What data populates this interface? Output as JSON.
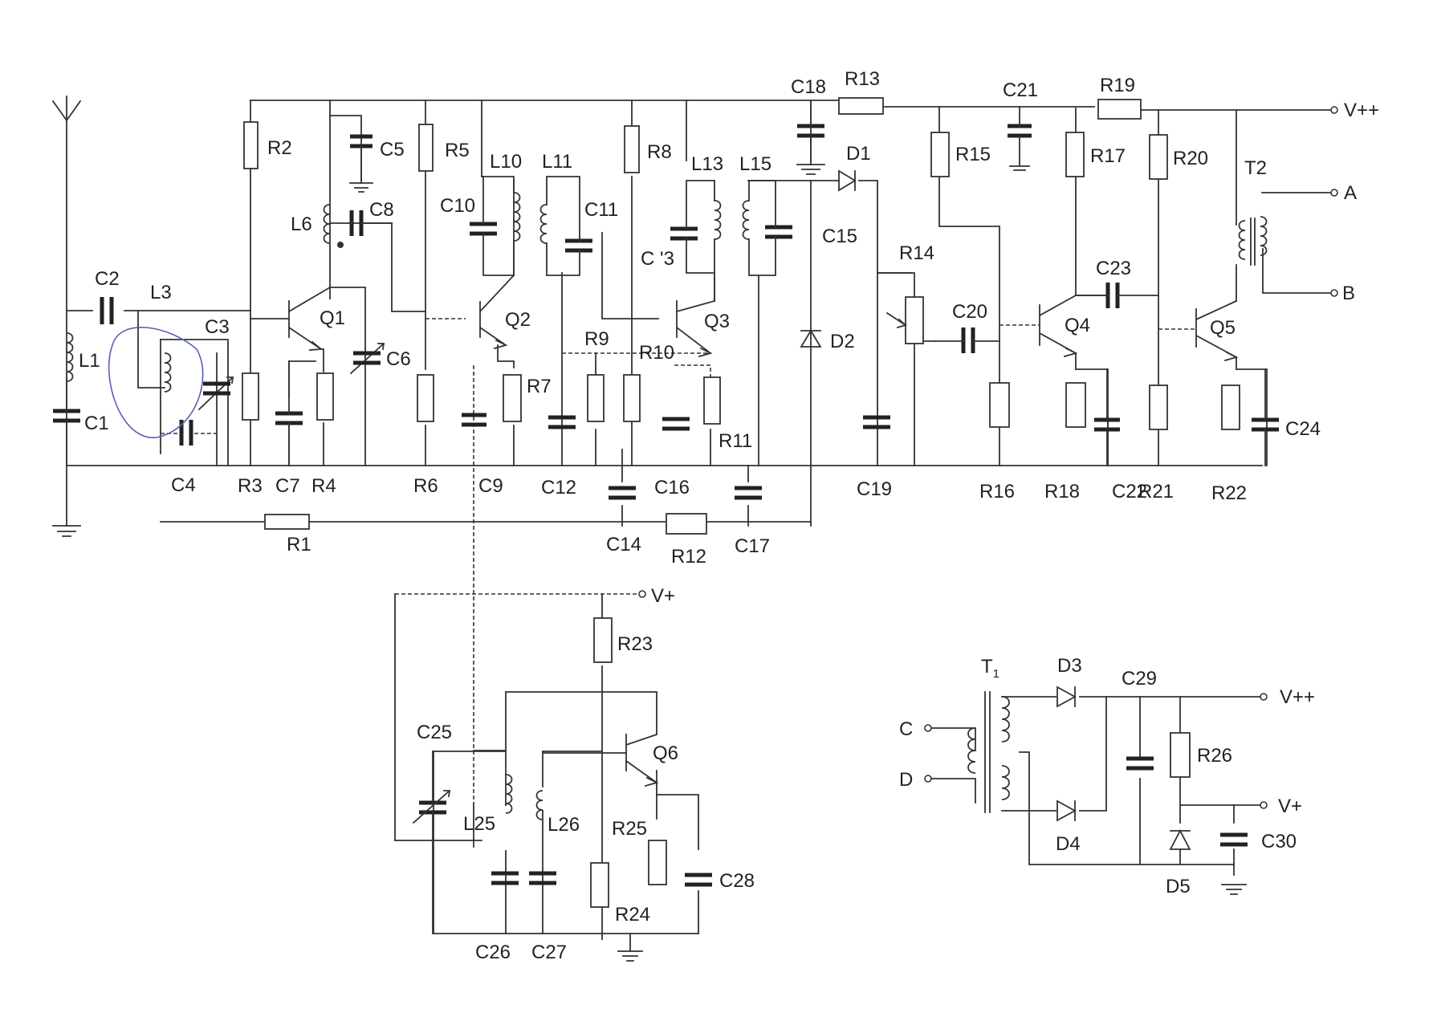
{
  "labels": {
    "R1": "R1",
    "R2": "R2",
    "R3": "R3",
    "R4": "R4",
    "R5": "R5",
    "R6": "R6",
    "R7": "R7",
    "R8": "R8",
    "R9": "R9",
    "R10": "R10",
    "R11": "R11",
    "R12": "R12",
    "R13": "R13",
    "R14": "R14",
    "R15": "R15",
    "R16": "R16",
    "R17": "R17",
    "R18": "R18",
    "R19": "R19",
    "R20": "R20",
    "R21": "R21",
    "R22": "R22",
    "R23": "R23",
    "R24": "R24",
    "R25": "R25",
    "R26": "R26",
    "C1": "C1",
    "C2": "C2",
    "C3": "C3",
    "C4": "C4",
    "C5": "C5",
    "C6": "C6",
    "C7": "C7",
    "C8": "C8",
    "C9": "C9",
    "C10": "C10",
    "C11": "C11",
    "C12": "C12",
    "C13": "C '3",
    "C14": "C14",
    "C15": "C15",
    "C16": "C16",
    "C17": "C17",
    "C18": "C18",
    "C19": "C19",
    "C20": "C20",
    "C21": "C21",
    "C22": "C22",
    "C23": "C23",
    "C24": "C24",
    "C25": "C25",
    "C26": "C26",
    "C27": "C27",
    "C28": "C28",
    "C29": "C29",
    "C30": "C30",
    "L1": "L1",
    "L3": "L3",
    "L6": "L6",
    "L10": "L10",
    "L11": "L11",
    "L13": "L13",
    "L15": "L15",
    "L25": "L25",
    "L26": "L26",
    "Q1": "Q1",
    "Q2": "Q2",
    "Q3": "Q3",
    "Q4": "Q4",
    "Q5": "Q5",
    "Q6": "Q6",
    "D1": "D1",
    "D2": "D2",
    "D3": "D3",
    "D4": "D4",
    "D5": "D5",
    "T1": "T",
    "T1sub": "1",
    "T2": "T2"
  },
  "terminals": {
    "vpp_main": "V++",
    "a": "A",
    "b": "B",
    "vplus_osc": "V+",
    "c": "C",
    "d": "D",
    "vpp_psu": "V++",
    "vplus_psu": "V+"
  }
}
